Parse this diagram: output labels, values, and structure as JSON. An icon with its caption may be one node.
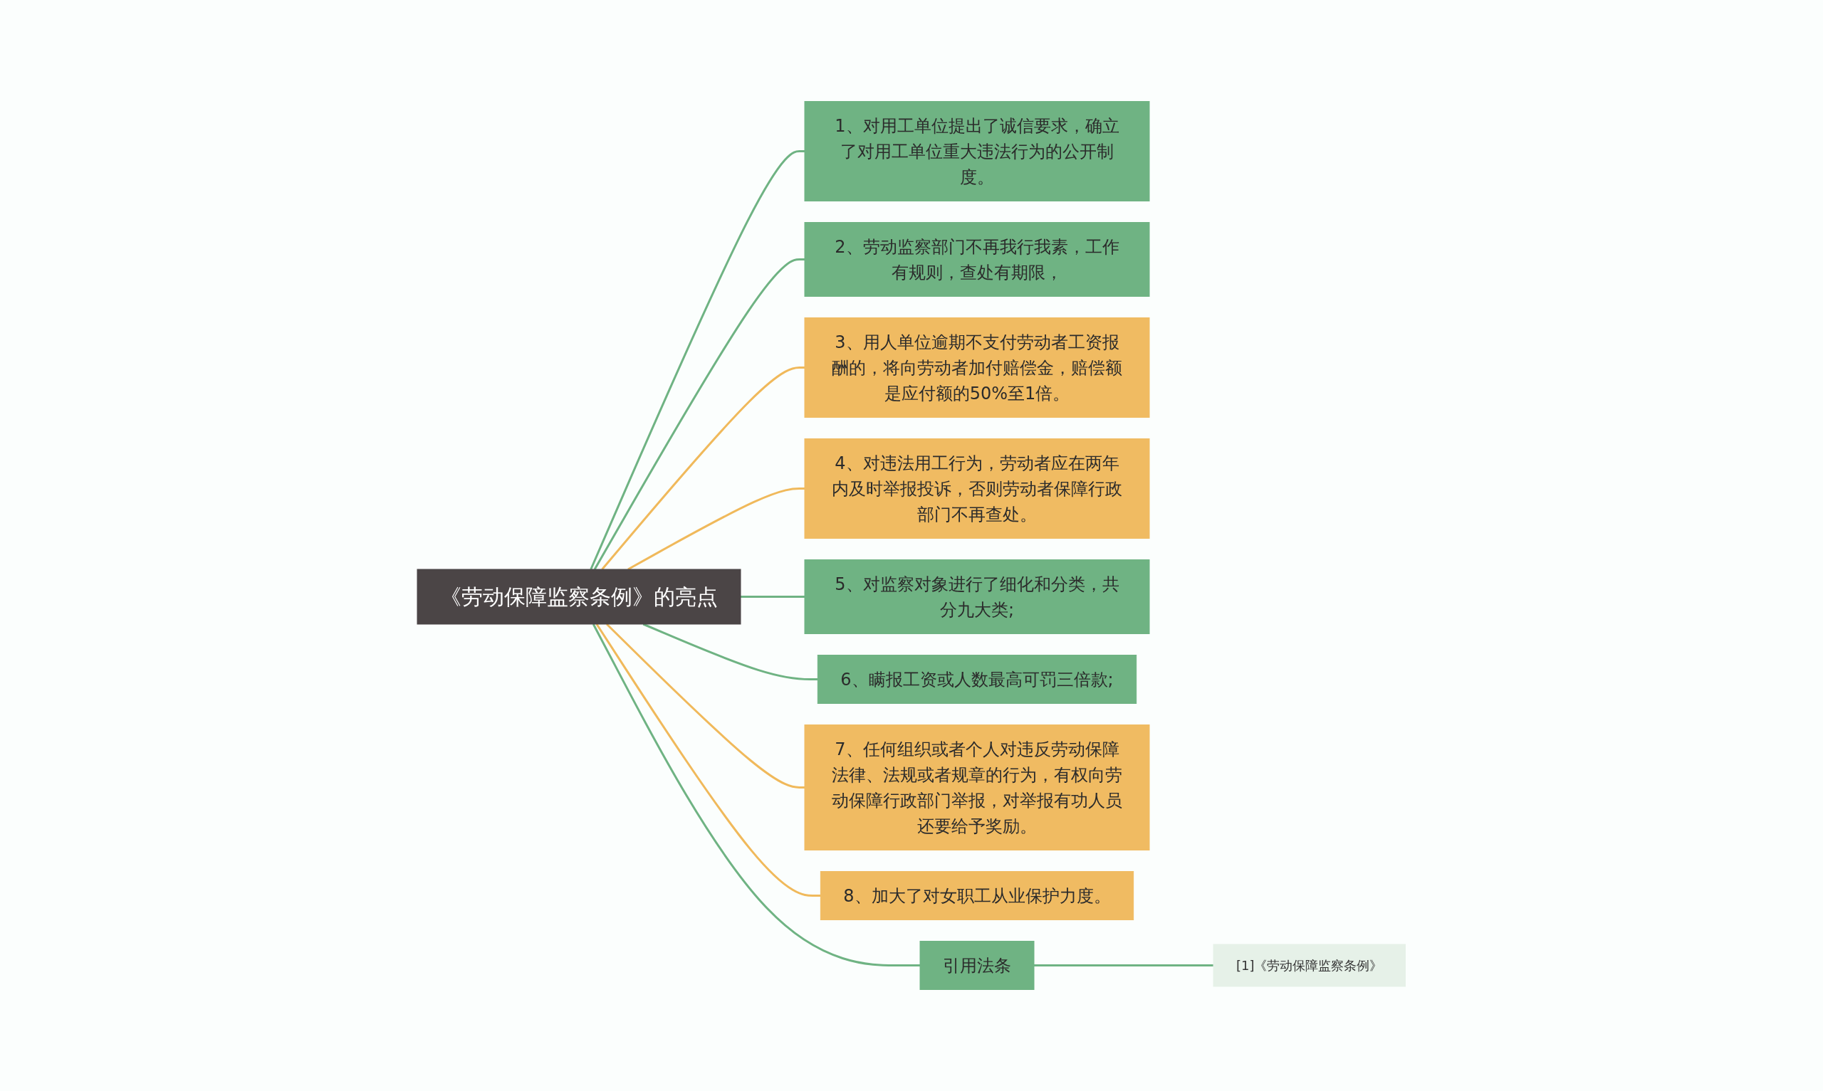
{
  "diagram": {
    "nodes": [
      {
        "text": [
          "《劳动保障监察条例》的亮点"
        ]
      },
      {
        "text": [
          "1、对用工单位提出了诚信要求，确立了对用工单位重大违法行为的公开制度。"
        ]
      },
      {
        "text": [
          "2、劳动监察部门不再我行我素，工作有规则，查处有期限，"
        ]
      },
      {
        "text": [
          "3、用人单位逾期不支付劳动者工资报酬的，将向劳动者加付赔偿金，赔偿额是应付额的50%至1倍。"
        ]
      },
      {
        "text": [
          "4、对违法用工行为，劳动者应在两年内及时举报投诉，否则劳动者保障行政部门不再查处。"
        ]
      },
      {
        "text": [
          "5、对监察对象进行了细化和分类，共分九大类;"
        ]
      },
      {
        "text": [
          "6、瞒报工资或人数最高可罚三倍款;"
        ]
      },
      {
        "text": [
          "7、任何组织或者个人对违反劳动保障法律、法规或者规章的行为，有权向劳动保障行政部门举报，对举报有功人员还要给予奖励。"
        ]
      },
      {
        "text": [
          "8、加大了对女职工从业保护力度。"
        ]
      },
      {
        "text": [
          "引用法条"
        ]
      },
      {
        "text": [
          "[1]《劳动保障监察条例》"
        ]
      }
    ],
    "edges": [
      {
        "from": 0,
        "to": 1,
        "arrow": "none"
      },
      {
        "from": 0,
        "to": 2,
        "arrow": "none"
      },
      {
        "from": 0,
        "to": 3,
        "arrow": "none",
        "color": "#f0b95b"
      },
      {
        "from": 0,
        "to": 4,
        "arrow": "none",
        "color": "#f0b95b"
      },
      {
        "from": 0,
        "to": 5,
        "arrow": "none"
      },
      {
        "from": 0,
        "to": 6,
        "arrow": "none"
      },
      {
        "from": 0,
        "to": 7,
        "arrow": "none",
        "color": "#f0b95b"
      },
      {
        "from": 0,
        "to": 8,
        "arrow": "none",
        "color": "#f0b95b"
      },
      {
        "from": 0,
        "to": 9,
        "arrow": "none"
      },
      {
        "from": 9,
        "to": 10,
        "arrow": "none"
      }
    ]
  }
}
